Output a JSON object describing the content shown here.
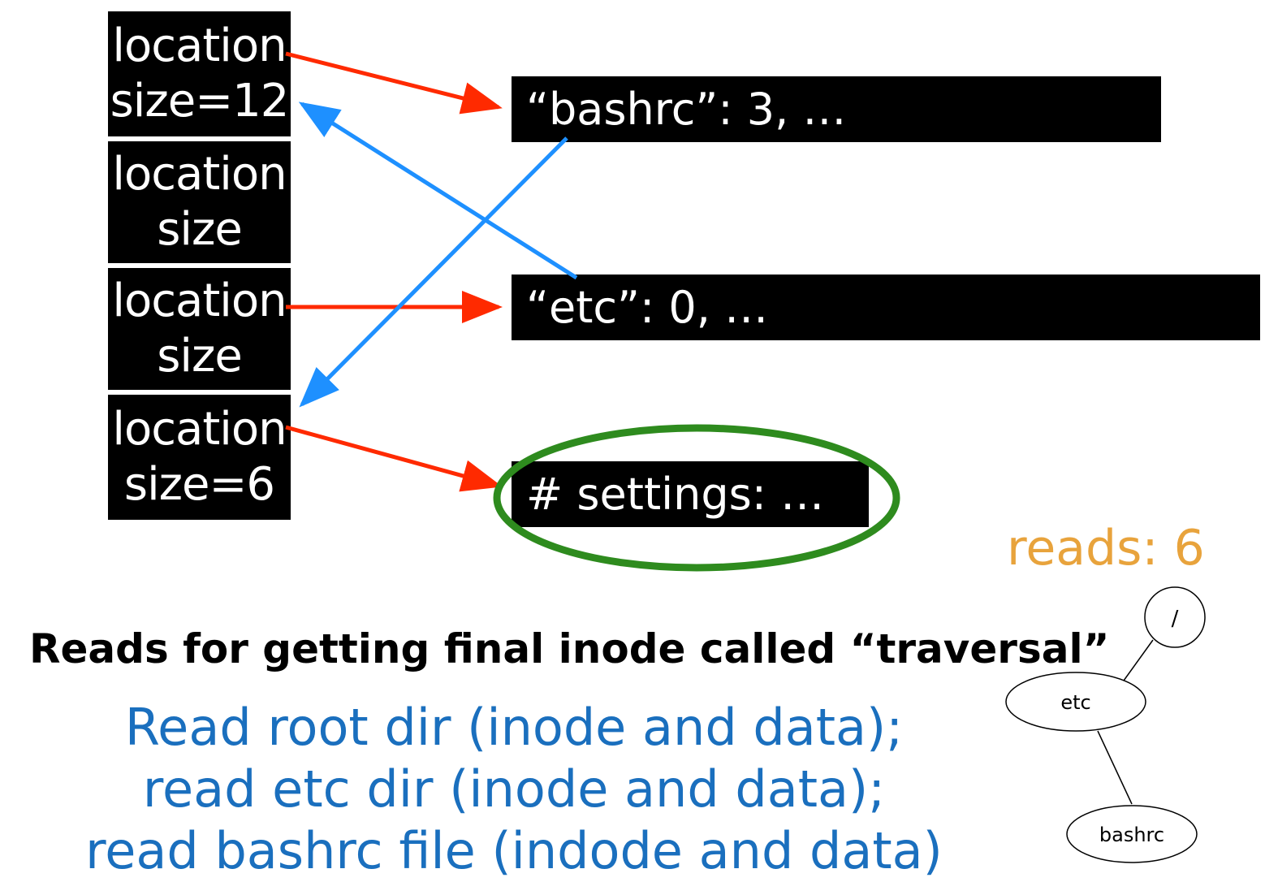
{
  "inode_table": [
    {
      "location": "location",
      "size": "size=12"
    },
    {
      "location": "location",
      "size": "size"
    },
    {
      "location": "location",
      "size": "size"
    },
    {
      "location": "location",
      "size": "size=6"
    }
  ],
  "data_blocks": {
    "root": "“bashrc”: 3, …",
    "etc": "“etc”: 0, …",
    "file": "# settings: …"
  },
  "reads_counter": "reads: 6",
  "heading": "Reads for getting final inode called “traversal”",
  "steps": [
    "Read root dir (inode and data);",
    "read etc dir (inode and data);",
    "read bashrc file (indode and data)"
  ],
  "tree": {
    "root": "/",
    "child": "etc",
    "leaf": "bashrc"
  },
  "colors": {
    "pointer_arrow": "#FF2A00",
    "dir_entry_arrow": "#1E90FF",
    "highlight": "#2E8B1E",
    "reads": "#E8A33C",
    "steps": "#1A6FBE"
  }
}
